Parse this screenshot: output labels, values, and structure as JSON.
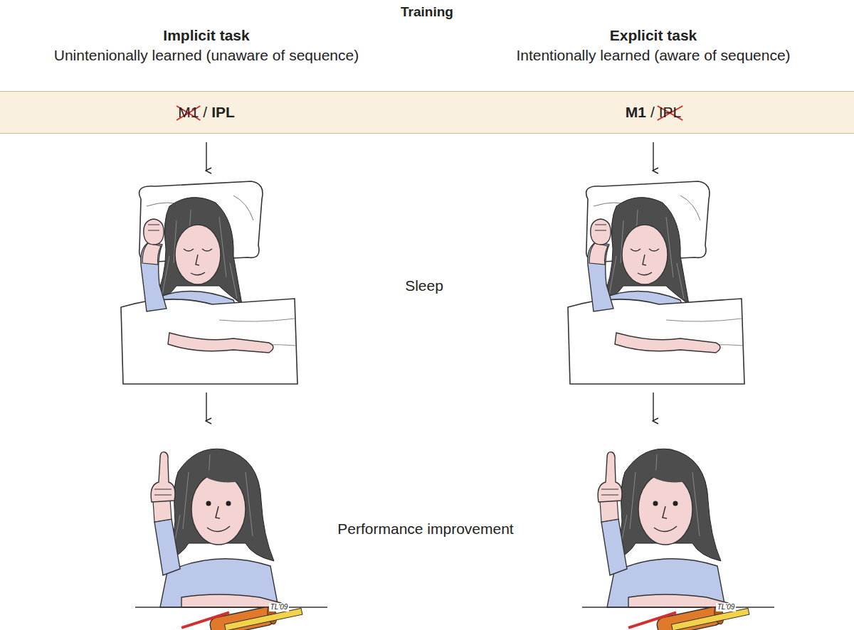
{
  "diagram": {
    "title": "Training",
    "nodes": [
      {
        "text": [
          "M1",
          "/",
          "IPL",
          "M1",
          "/",
          "IPL"
        ]
      }
    ],
    "labels": [
      "Implicit task",
      "Unintenionally learned (unaware of sequence)",
      "Explicit task",
      "Intentionally learned (aware of sequence)",
      "Sleep",
      "Performance improvement",
      "TL'09",
      "TL'09"
    ]
  }
}
